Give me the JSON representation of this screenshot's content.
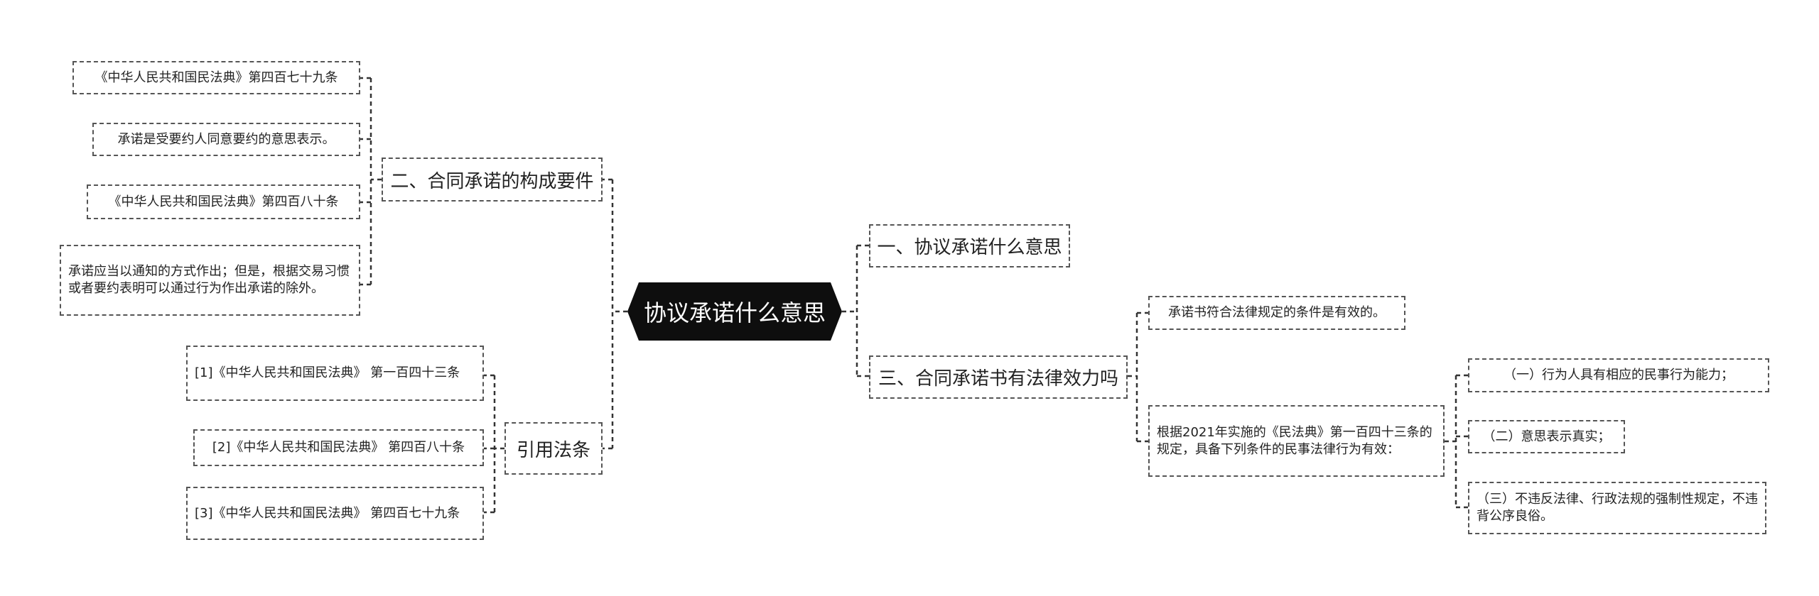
{
  "root": {
    "label": "协议承诺什么意思"
  },
  "left": {
    "branch_2": {
      "label": "二、合同承诺的构成要件",
      "children": [
        "《中华人民共和国民法典》第四百七十九条",
        "承诺是受要约人同意要约的意思表示。",
        "《中华人民共和国民法典》第四百八十条",
        "承诺应当以通知的方式作出；但是，根据交易习惯或者要约表明可以通过行为作出承诺的除外。"
      ]
    },
    "citations": {
      "label": "引用法条",
      "children": [
        "[1]《中华人民共和国民法典》 第一百四十三条",
        "[2]《中华人民共和国民法典》 第四百八十条",
        "[3]《中华人民共和国民法典》 第四百七十九条"
      ]
    }
  },
  "right": {
    "branch_1": {
      "label": "一、协议承诺什么意思"
    },
    "branch_3": {
      "label": "三、合同承诺书有法律效力吗",
      "children": [
        "承诺书符合法律规定的条件是有效的。",
        "根据2021年实施的《民法典》第一百四十三条的规定，具备下列条件的民事法律行为有效："
      ],
      "conditions": [
        "（一）行为人具有相应的民事行为能力；",
        "（二）意思表示真实；",
        "（三）不违反法律、行政法规的强制性规定，不违背公序良俗。"
      ]
    }
  }
}
